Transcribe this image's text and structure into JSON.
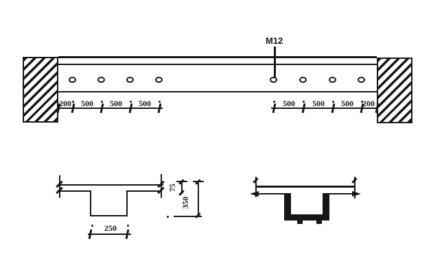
{
  "callout": {
    "label": "M12"
  },
  "plan": {
    "left_dims": [
      "200",
      "500",
      "500",
      "500"
    ],
    "right_dims": [
      "500",
      "500",
      "500",
      "200"
    ]
  },
  "section_tee": {
    "width": "250",
    "flange_thickness": "75",
    "depth": "350"
  },
  "colors": {
    "ink": "#161616",
    "paper": "#ffffff"
  }
}
